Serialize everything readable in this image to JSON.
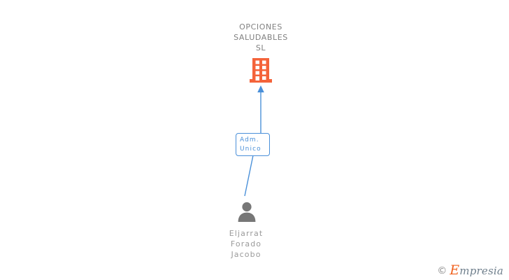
{
  "diagram": {
    "background_color": "#ffffff",
    "company": {
      "name": "OPCIONES\nSALUDABLES\nSL",
      "icon": "building-icon",
      "icon_color": "#f4633a"
    },
    "role": {
      "label": "Adm.\nUnico",
      "border_color": "#4a90d9",
      "text_color": "#4a90d9"
    },
    "person": {
      "name": "Eljarrat\nForado\nJacobo",
      "icon": "person-icon",
      "icon_color": "#777777",
      "text_color": "#9a9a9a"
    },
    "edges": {
      "role_to_company": {
        "direction": "up",
        "color": "#4a90d9",
        "arrowhead": true
      },
      "person_to_role": {
        "direction": "up-right",
        "color": "#4a90d9",
        "arrowhead": false
      }
    }
  },
  "watermark": {
    "copyright_symbol": "©",
    "brand_initial": "E",
    "brand_rest": "mpresia",
    "initial_color": "#f0621f",
    "rest_color": "#6f7f8c"
  }
}
